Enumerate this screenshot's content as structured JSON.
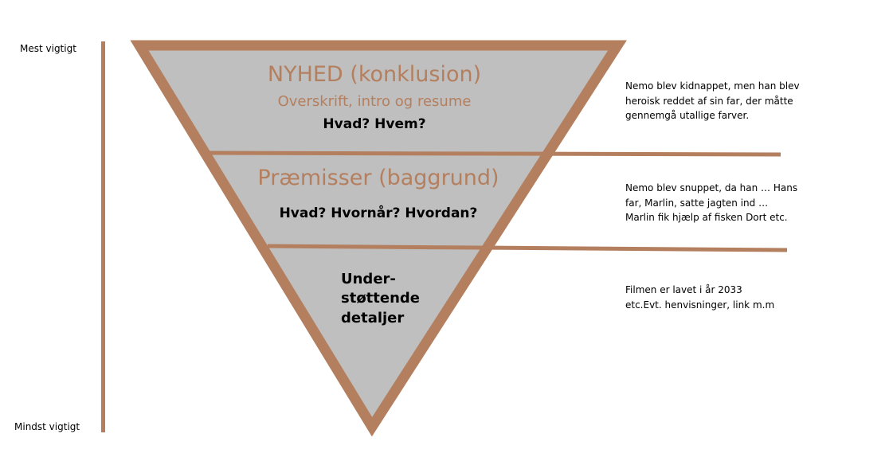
{
  "colors": {
    "accent": "#b47f5e",
    "fill": "#bfbfbf"
  },
  "axis": {
    "top_label": "Mest vigtigt",
    "bottom_label": "Mindst vigtigt"
  },
  "levels": [
    {
      "title": "NYHED (konklusion)",
      "subtitle": "Overskrift, intro og resume",
      "questions": "Hvad? Hvem?",
      "note": "Nemo blev kidnappet, men han blev\nheroisk reddet af sin far, der måtte\ngennemgå utallige farver."
    },
    {
      "title": "Præmisser (baggrund)",
      "questions": "Hvad? Hvornår? Hvordan?",
      "note": "Nemo blev snuppet, da han … Hans\nfar, Marlin, satte jagten ind …\nMarlin fik hjælp af fisken Dort etc."
    },
    {
      "label": "Under-\nstøttende\ndetaljer",
      "note": "Filmen er lavet i år 2033\netc.Evt. henvisninger, link m.m"
    }
  ]
}
